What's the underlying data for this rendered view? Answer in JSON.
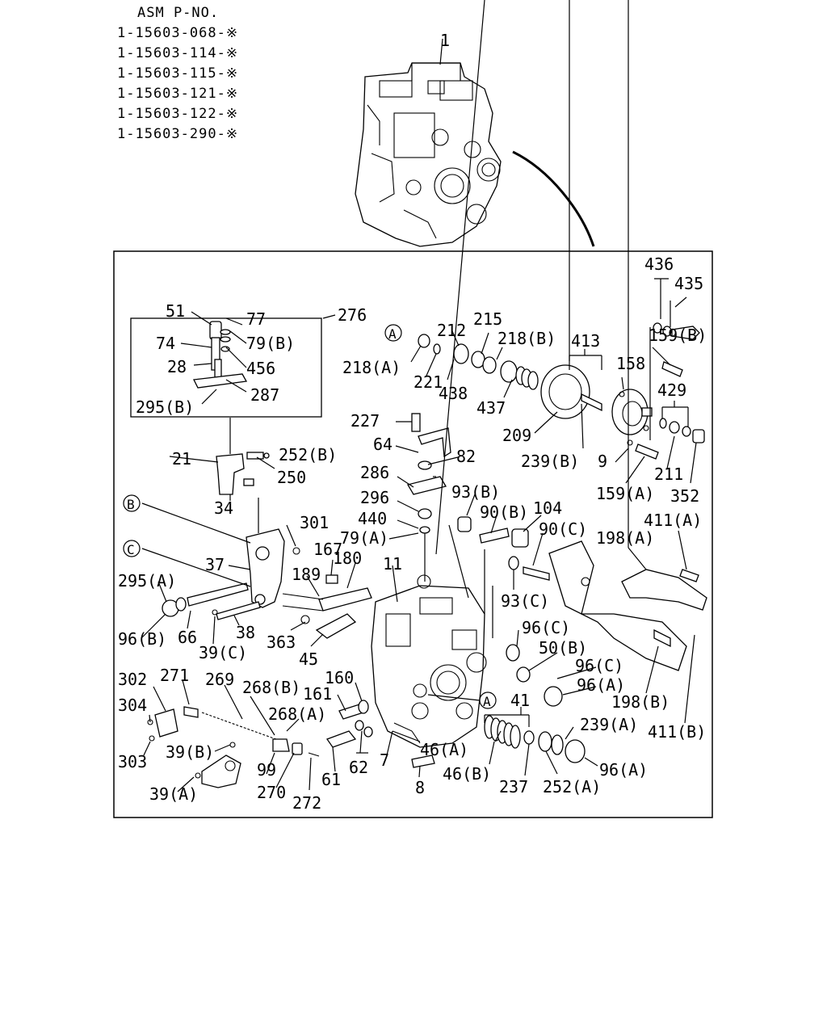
{
  "header": {
    "title": "ASM P-NO.",
    "part_numbers": [
      "1-15603-068-※",
      "1-15603-114-※",
      "1-15603-115-※",
      "1-15603-121-※",
      "1-15603-122-※",
      "1-15603-290-※"
    ]
  },
  "callouts": {
    "c1": "1",
    "c436": "436",
    "c435": "435",
    "c159b": "159(B)",
    "c51": "51",
    "c77": "77",
    "c276": "276",
    "c79b": "79(B)",
    "c74": "74",
    "c456": "456",
    "c28": "28",
    "c287": "287",
    "c295b": "295(B)",
    "c212": "212",
    "c215": "215",
    "c218b": "218(B)",
    "c413": "413",
    "c218a": "218(A)",
    "c221": "221",
    "c438": "438",
    "c437": "437",
    "c158": "158",
    "c429": "429",
    "c227": "227",
    "c64": "64",
    "c82": "82",
    "c209": "209",
    "c239b": "239(B)",
    "c9": "9",
    "c211": "211",
    "c21": "21",
    "c252b": "252(B)",
    "c250": "250",
    "c286": "286",
    "c296": "296",
    "c93b": "93(B)",
    "c90b": "90(B)",
    "c104": "104",
    "c159a": "159(A)",
    "c352": "352",
    "c34": "34",
    "c440": "440",
    "c79a": "79(A)",
    "c90c": "90(C)",
    "c198a": "198(A)",
    "c411a": "411(A)",
    "c301": "301",
    "c167": "167",
    "c180": "180",
    "c37": "37",
    "c295a": "295(A)",
    "c189": "189",
    "c11": "11",
    "c93c": "93(C)",
    "c96b": "96(B)",
    "c66": "66",
    "c38": "38",
    "c39c": "39(C)",
    "c363": "363",
    "c96c1": "96(C)",
    "c50b": "50(B)",
    "c45": "45",
    "c160": "160",
    "c96c2": "96(C)",
    "c96a1": "96(A)",
    "c302": "302",
    "c271": "271",
    "c269": "269",
    "c268b": "268(B)",
    "c161": "161",
    "c268a": "268(A)",
    "c41": "41",
    "c198b": "198(B)",
    "c304": "304",
    "c239a": "239(A)",
    "c411b": "411(B)",
    "c303": "303",
    "c39b": "39(B)",
    "c7": "7",
    "c46a": "46(A)",
    "c62": "62",
    "c99": "99",
    "c61": "61",
    "c96a2": "96(A)",
    "c46b": "46(B)",
    "c39a": "39(A)",
    "c270": "270",
    "c272": "272",
    "c8": "8",
    "c237": "237",
    "c252a": "252(A)"
  },
  "refs": {
    "A": "A",
    "B": "B",
    "C": "C"
  }
}
